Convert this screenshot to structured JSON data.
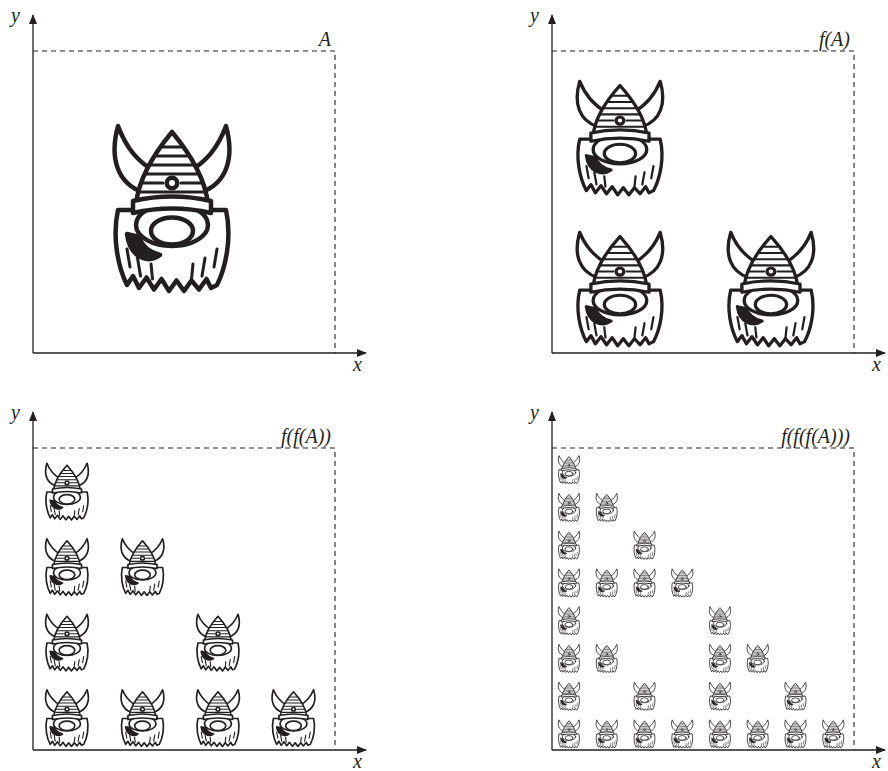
{
  "diagram": {
    "labels": [
      "y",
      "A",
      "x",
      "y",
      "f(A)",
      "x",
      "y",
      "f(f(A))",
      "x",
      "y",
      "f(f(f(A)))",
      "x"
    ]
  }
}
